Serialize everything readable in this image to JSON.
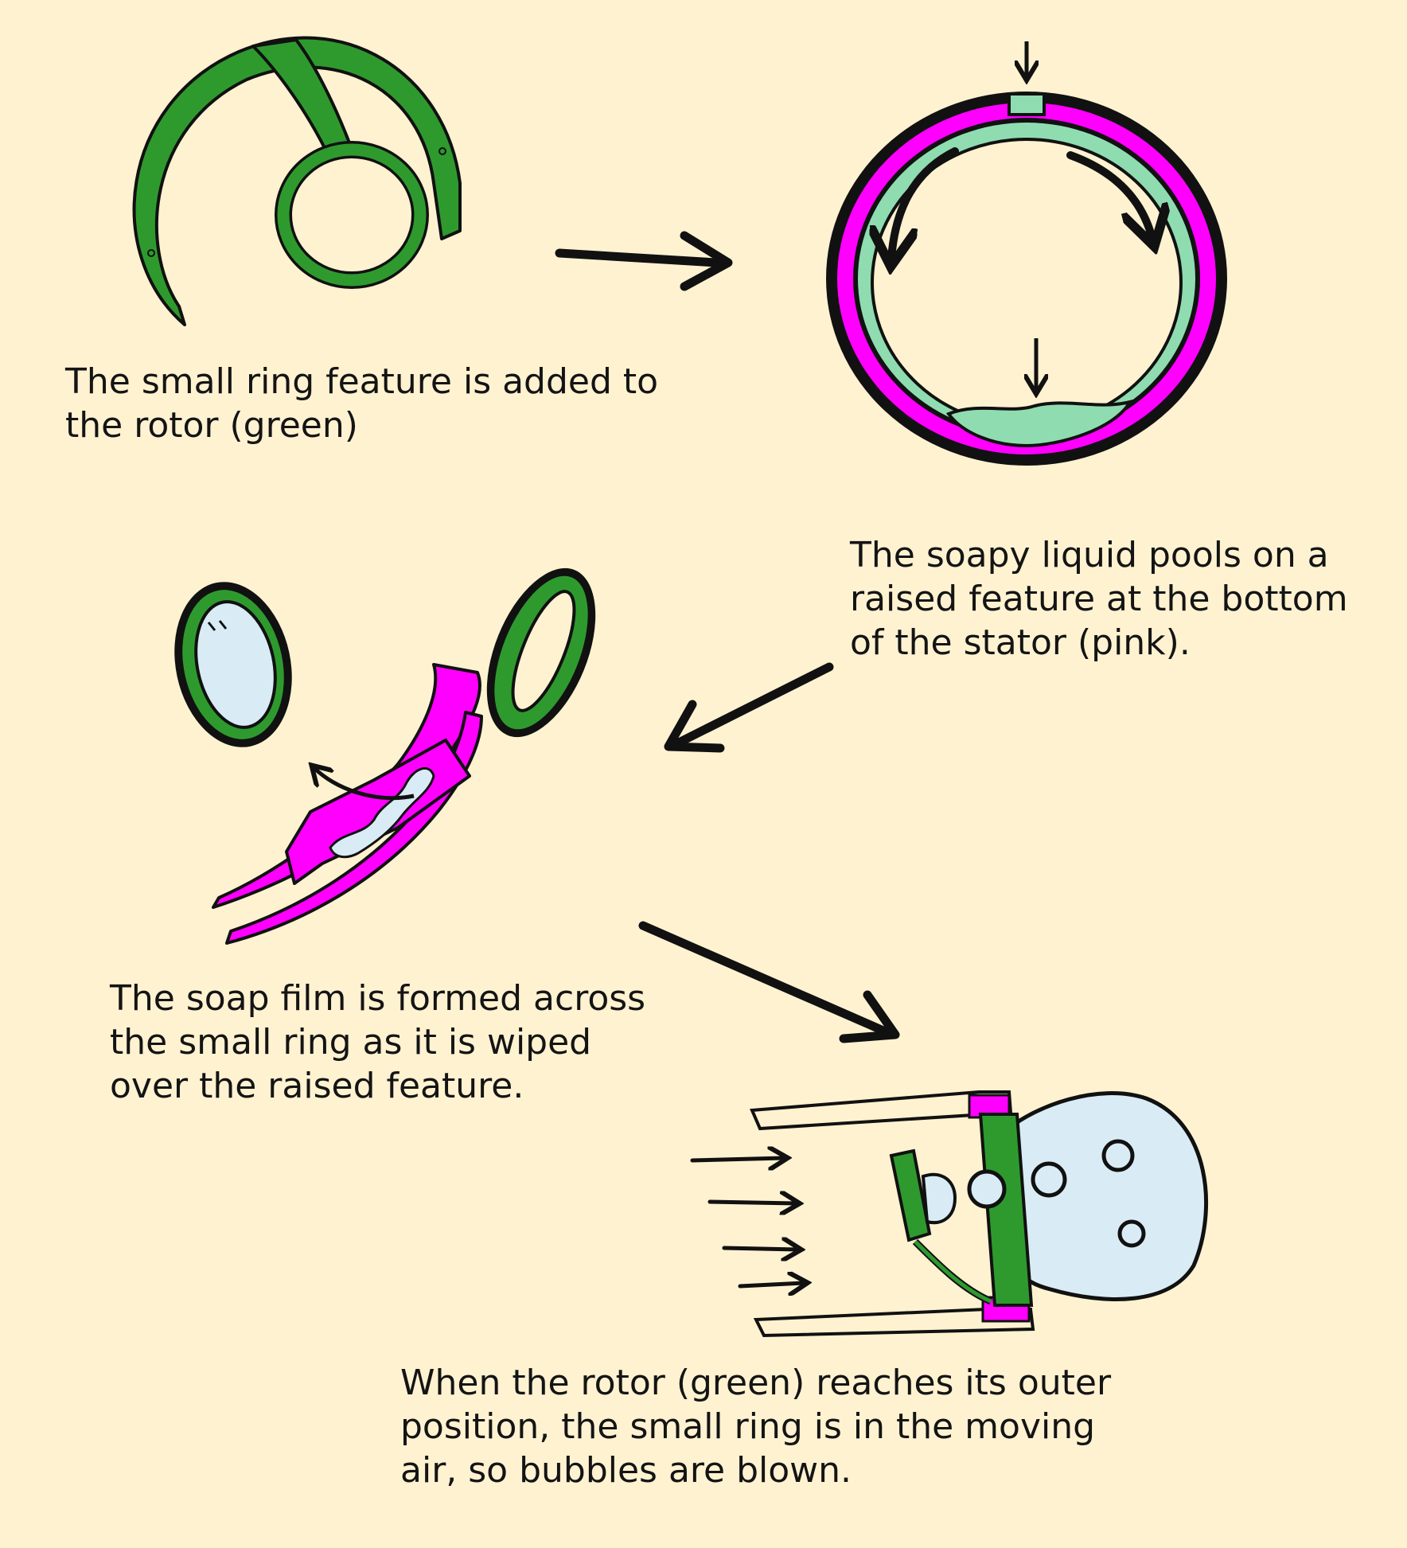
{
  "captions": {
    "rotor_ring": {
      "lines": [
        "The small ring feature is added to",
        "the rotor (green)"
      ]
    },
    "soapy_liquid": {
      "lines": [
        "The soapy liquid pools on a",
        "raised feature at the bottom",
        "of the stator (pink)."
      ]
    },
    "soap_film": {
      "lines": [
        "The soap film is formed across",
        "the small ring as it is wiped",
        "over the raised feature."
      ]
    },
    "bubbles_blown": {
      "lines": [
        "When the rotor (green) reaches its outer",
        "position, the small ring is in the moving",
        "air, so bubbles are blown."
      ]
    }
  },
  "colors": {
    "background": "#fff2d1",
    "rotor_green": "#2e9a2e",
    "stator_pink": "#ff00ff",
    "soapy_liquid": "#8fdcb0",
    "soap_film": "#d9ecf5",
    "outline": "#111111"
  }
}
